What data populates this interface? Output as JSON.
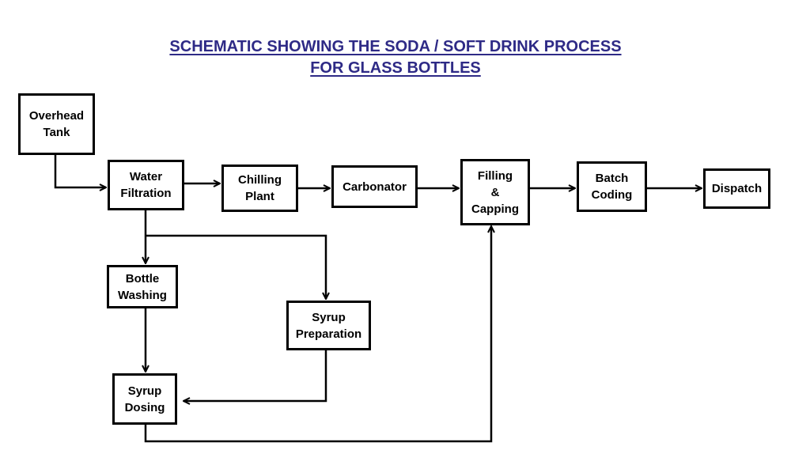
{
  "title": {
    "line1": "SCHEMATIC SHOWING THE SODA / SOFT DRINK PROCESS",
    "line2": "FOR GLASS BOTTLES"
  },
  "nodes": {
    "overhead_tank": "Overhead\nTank",
    "water_filtration": "Water\nFiltration",
    "chilling_plant": "Chilling\nPlant",
    "carbonator": "Carbonator",
    "filling_capping": "Filling\n&\nCapping",
    "batch_coding": "Batch\nCoding",
    "dispatch": "Dispatch",
    "bottle_washing": "Bottle\nWashing",
    "syrup_preparation": "Syrup\nPreparation",
    "syrup_dosing": "Syrup\nDosing"
  },
  "edges": [
    [
      "overhead_tank",
      "water_filtration"
    ],
    [
      "water_filtration",
      "chilling_plant"
    ],
    [
      "chilling_plant",
      "carbonator"
    ],
    [
      "carbonator",
      "filling_capping"
    ],
    [
      "filling_capping",
      "batch_coding"
    ],
    [
      "batch_coding",
      "dispatch"
    ],
    [
      "water_filtration",
      "bottle_washing"
    ],
    [
      "water_filtration",
      "syrup_preparation"
    ],
    [
      "bottle_washing",
      "syrup_dosing"
    ],
    [
      "syrup_preparation",
      "syrup_dosing"
    ],
    [
      "syrup_dosing",
      "filling_capping"
    ]
  ],
  "colors": {
    "title": "#2e2a86",
    "lines": "#000000"
  }
}
